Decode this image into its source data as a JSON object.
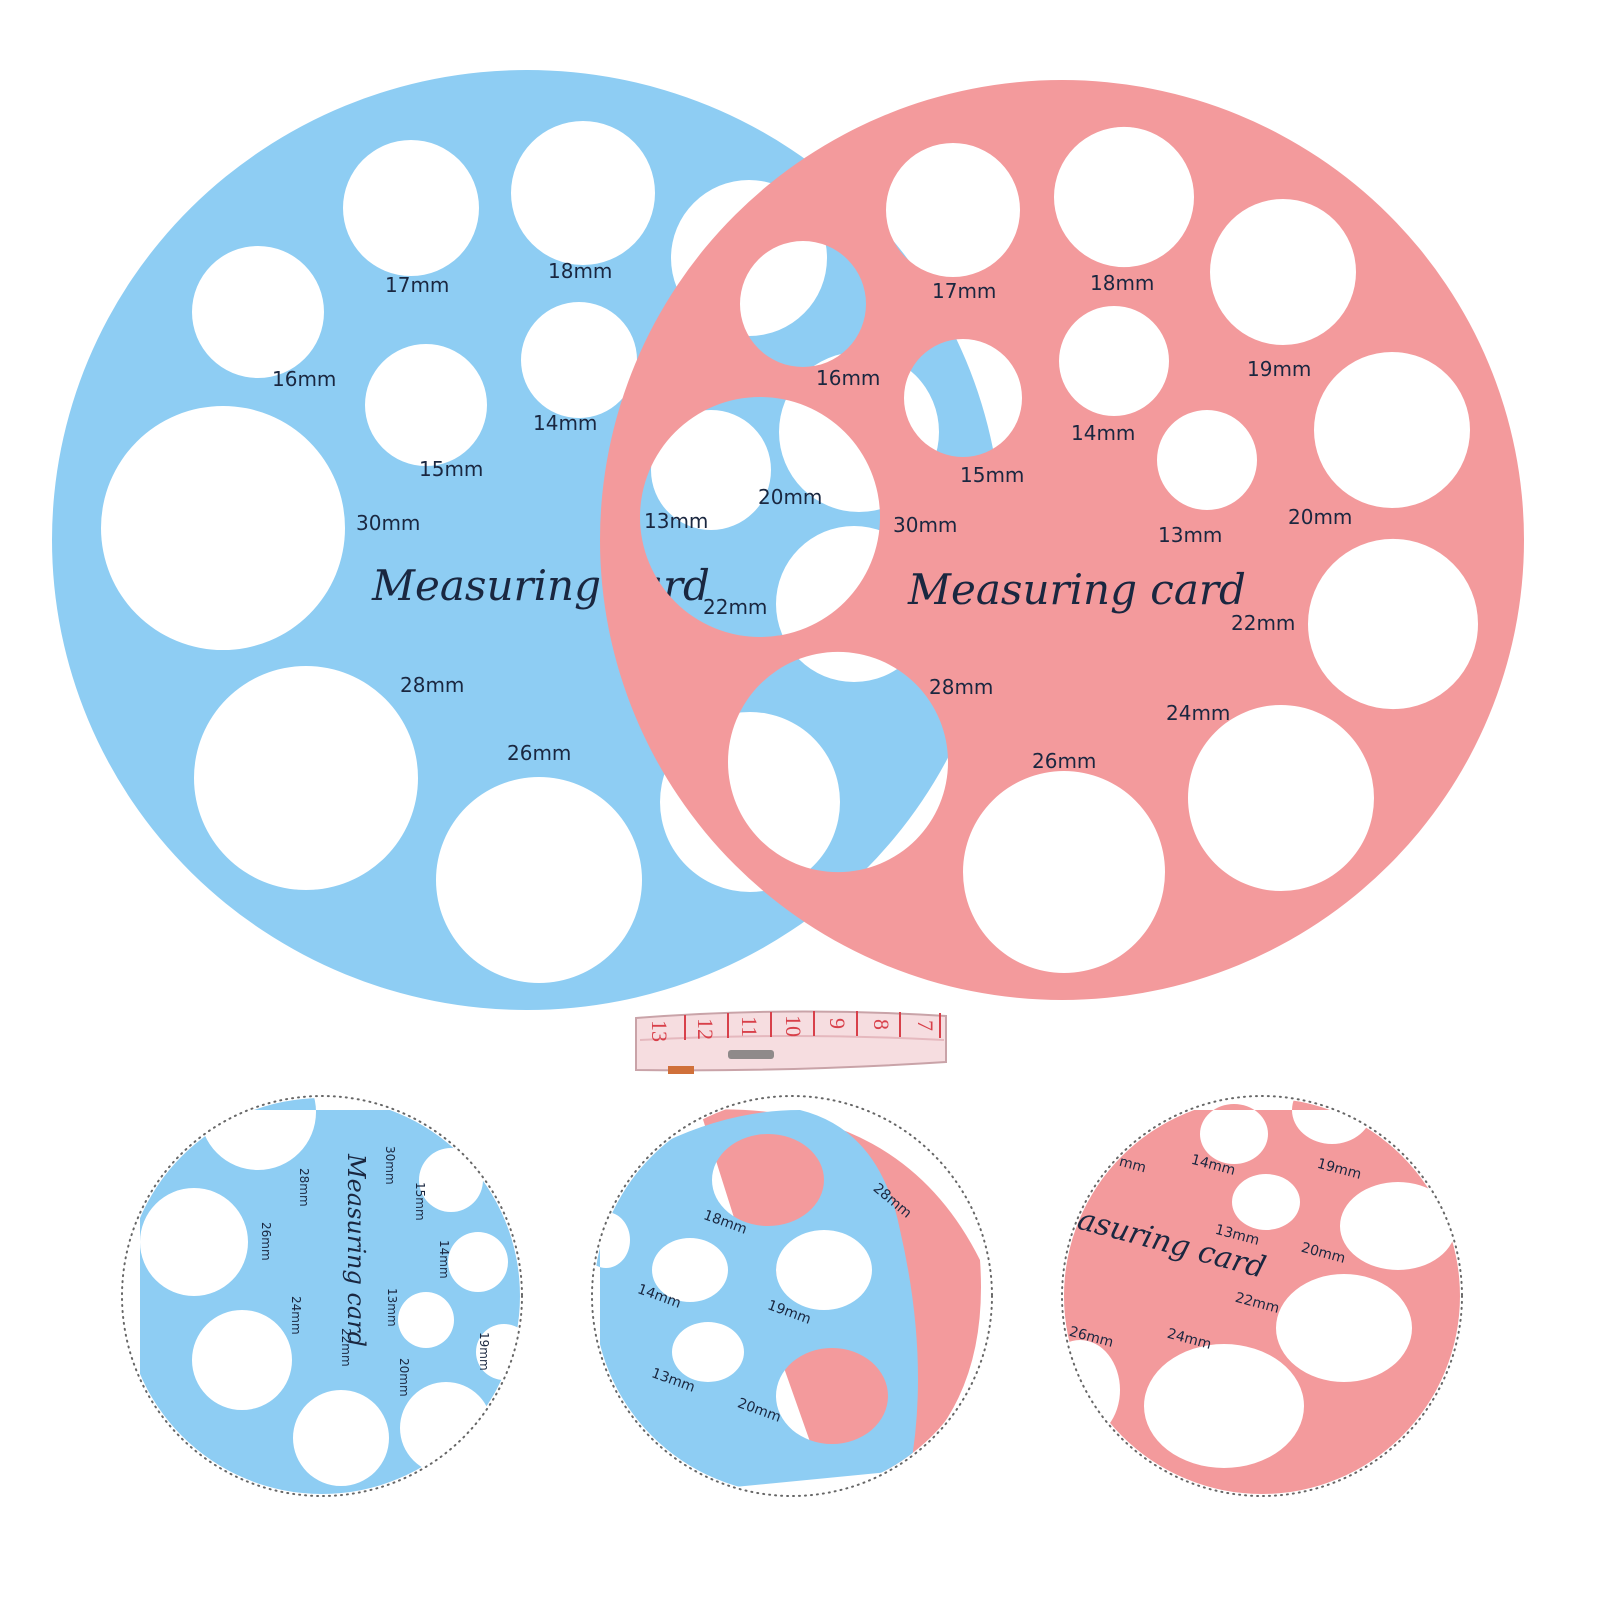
{
  "colors": {
    "blue_card": "#8ecdf3",
    "pink_card": "#f39a9c",
    "card_text": "#1a2740",
    "tape_body": "#f6dde0",
    "tape_red": "#d8404a",
    "dotted_ring": "#666666",
    "background": "#ffffff"
  },
  "blue_card": {
    "title": "Measuring card",
    "labels": [
      "17mm",
      "18mm",
      "16mm",
      "14mm",
      "15mm",
      "30mm",
      "28mm",
      "26mm",
      "20mm",
      "22mm",
      "13mm"
    ]
  },
  "pink_card": {
    "title": "Measuring card",
    "labels": [
      "17mm",
      "18mm",
      "16mm",
      "14mm",
      "19mm",
      "15mm",
      "30mm",
      "13mm",
      "20mm",
      "22mm",
      "28mm",
      "24mm",
      "26mm"
    ]
  },
  "tape_measure": {
    "numbers": [
      "13",
      "12",
      "11",
      "10",
      "9",
      "8",
      "7"
    ]
  },
  "detail_left": {
    "title": "Measuring card",
    "labels": [
      "30mm",
      "28mm",
      "15mm",
      "26mm",
      "14mm",
      "24mm",
      "13mm",
      "22mm",
      "20mm",
      "19mm"
    ]
  },
  "detail_middle": {
    "labels": [
      "18mm",
      "28mm",
      "14mm",
      "19mm",
      "13mm",
      "20mm"
    ]
  },
  "detail_right": {
    "title": "asuring card",
    "labels": [
      "mm",
      "14mm",
      "19mm",
      "13mm",
      "20mm",
      "22mm",
      "26mm",
      "24mm"
    ]
  }
}
